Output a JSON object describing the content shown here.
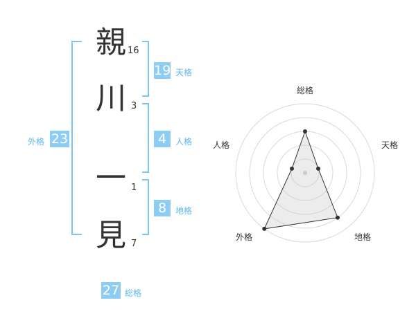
{
  "name_chars": [
    {
      "char": "親",
      "strokes": "16"
    },
    {
      "char": "川",
      "strokes": "3"
    },
    {
      "char": "一",
      "strokes": "1"
    },
    {
      "char": "見",
      "strokes": "7"
    }
  ],
  "fortunes": {
    "tenkaku": {
      "value": "19",
      "label": "天格"
    },
    "jinkaku": {
      "value": "4",
      "label": "人格"
    },
    "chikaku": {
      "value": "8",
      "label": "地格"
    },
    "gaikaku": {
      "value": "23",
      "label": "外格"
    },
    "soukaku": {
      "value": "27",
      "label": "総格"
    }
  },
  "radar": {
    "labels": [
      "総格",
      "天格",
      "地格",
      "外格",
      "人格"
    ],
    "values": [
      3,
      1,
      4,
      5,
      1
    ],
    "max": 5,
    "rings": 5
  },
  "colors": {
    "bracket": "#7cc4f0",
    "badge": "#8dcdf5",
    "label": "#5cb8ec"
  }
}
